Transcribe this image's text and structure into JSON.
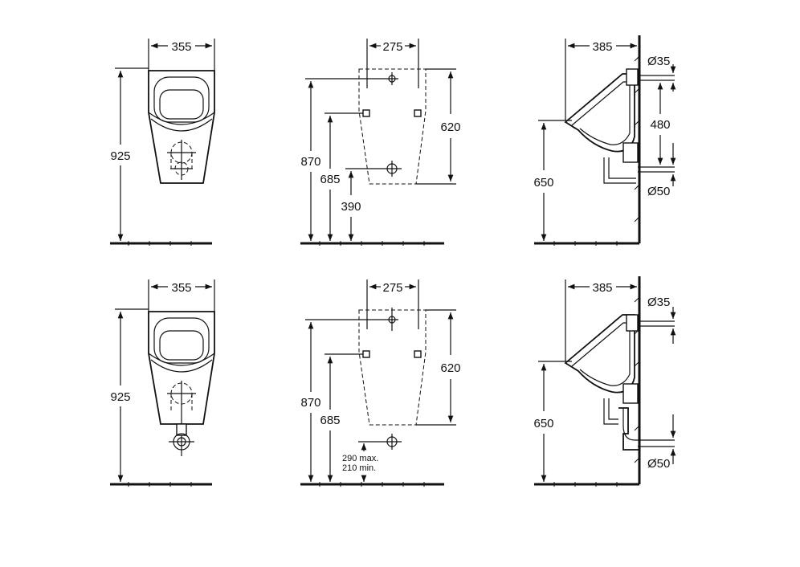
{
  "views": {
    "front_a": {
      "width": "355",
      "height": "925"
    },
    "mount_a": {
      "width": "275",
      "height": "620",
      "h1": "870",
      "h2": "685",
      "h3": "390"
    },
    "side_a": {
      "depth": "385",
      "inlet": "Ø35",
      "spacing": "480",
      "outlet": "Ø50",
      "height": "650"
    },
    "front_b": {
      "width": "355",
      "height": "925"
    },
    "mount_b": {
      "width": "275",
      "height": "620",
      "h1": "870",
      "h2": "685",
      "note1": "290 max.",
      "note2": "210 min."
    },
    "side_b": {
      "depth": "385",
      "inlet": "Ø35",
      "outlet": "Ø50",
      "height": "650"
    }
  }
}
